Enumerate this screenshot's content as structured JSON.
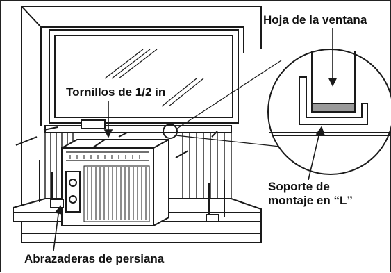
{
  "labels": {
    "tornillos": "Tornillos de 1/2 in",
    "hoja": "Hoja de la ventana",
    "soporte_line1": "Soporte de",
    "soporte_line2": "montaje en “L”",
    "abrazaderas": "Abrazaderas de persiana"
  },
  "colors": {
    "line": "#1a1a1a",
    "fill": "#ffffff",
    "shade": "#9a9a9a"
  }
}
